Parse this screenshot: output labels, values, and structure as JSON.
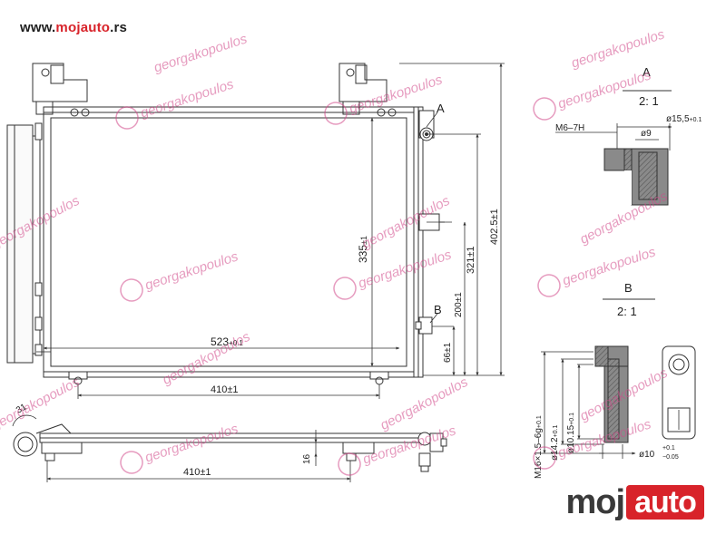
{
  "site": {
    "url_prefix": "www.",
    "url_brand": "mojauto",
    "url_suffix": ".rs"
  },
  "watermark": {
    "text": "georgakopoulos"
  },
  "logo": {
    "part1": "moj",
    "part2": "auto"
  },
  "colors": {
    "brand_red": "#d8232a",
    "line": "#333333",
    "watermark": "#d24a8a",
    "gray_fill": "#8a8a8a"
  },
  "drawing": {
    "front_view": {
      "width_label": "523",
      "width_tol": "+0.1",
      "height_label": "335",
      "height_tol": "±1",
      "mount_spacing": "410±1",
      "dim_321": "321±1",
      "dim_200": "200±1",
      "dim_66": "66±1",
      "overall_height": "402.5±1",
      "marker_a": "A",
      "marker_b": "B"
    },
    "bottom_view": {
      "spacing": "410±1",
      "depth": "16",
      "angle": "31"
    },
    "detail_a": {
      "title": "A",
      "scale": "2: 1",
      "thread": "M6–7H",
      "dia_outer": "ø15,5",
      "dia_outer_tol": "+0.1",
      "dia_inner": "ø9"
    },
    "detail_b": {
      "title": "B",
      "scale": "2: 1",
      "thread": "M16×1.5–6g",
      "thread_tol": "+0.1",
      "dia_142": "ø14.2",
      "dia_142_tol": "+0.1",
      "dia_1015": "ø10.15",
      "dia_1015_tol": "+0.1",
      "dia_10": "ø10",
      "dia_10_tol_up": "+0.1",
      "dia_10_tol_down": "−0.05"
    }
  }
}
